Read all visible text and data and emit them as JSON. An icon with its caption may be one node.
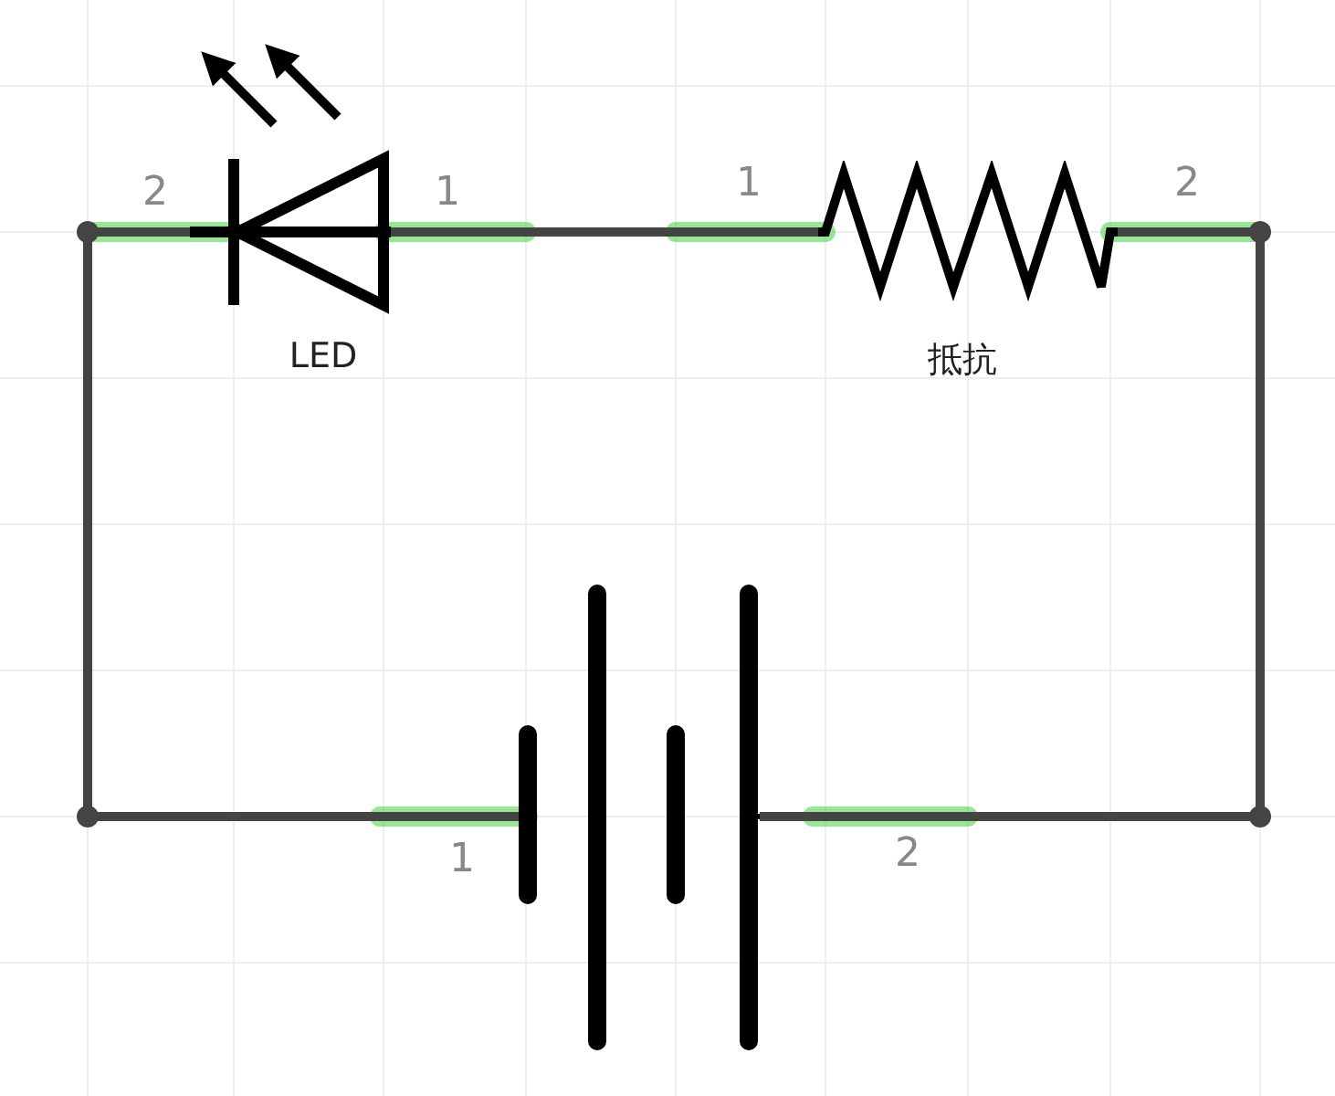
{
  "diagram": {
    "nodes": [
      {
        "text": [
          "LED"
        ]
      },
      {
        "text": [
          "抵抗"
        ]
      },
      {
        "text": [],
        "shape": "battery"
      }
    ],
    "edges": [
      {
        "from": 0,
        "to": 1,
        "arrow": "none"
      },
      {
        "from": 1,
        "to": 2,
        "arrow": "none"
      },
      {
        "from": 2,
        "to": 0,
        "arrow": "none"
      }
    ],
    "labels": [
      "2",
      "1",
      "1",
      "2",
      "1",
      "2"
    ]
  }
}
